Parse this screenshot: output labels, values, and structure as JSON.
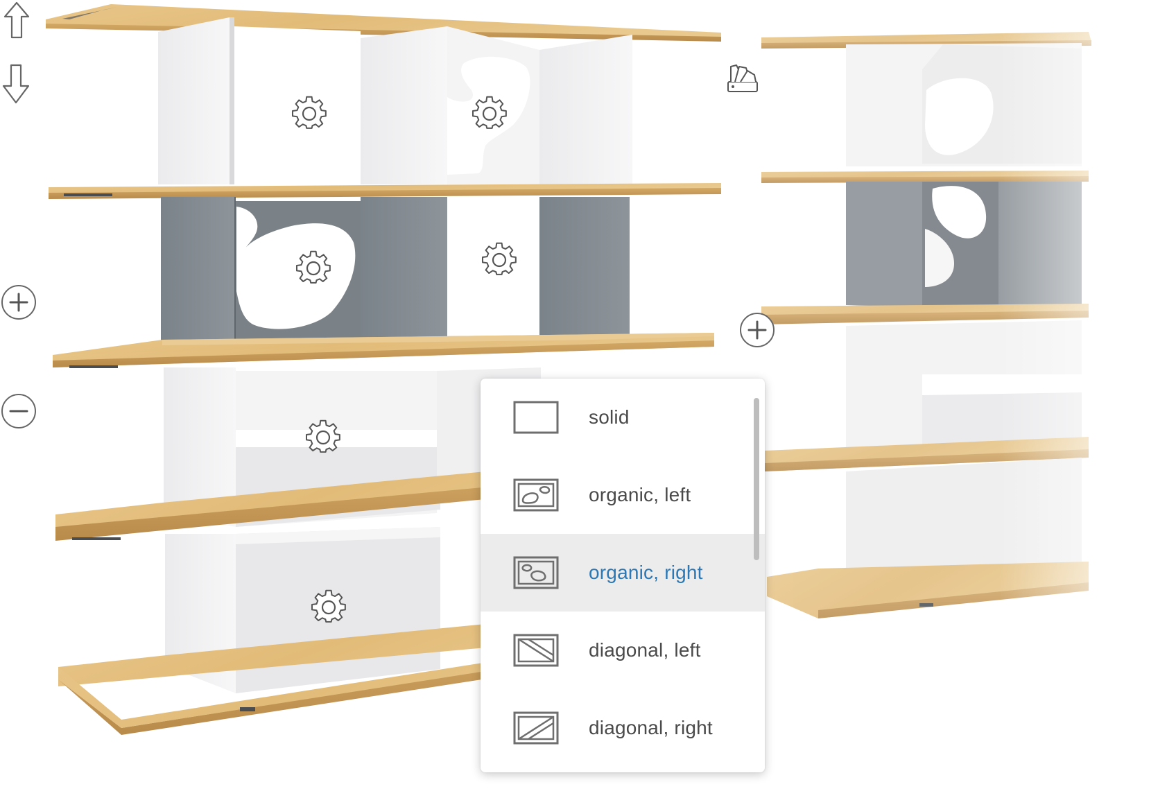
{
  "scene": {
    "colors": {
      "oak_top": "#e4bf7f",
      "oak_edge": "#c69a58",
      "panel_white": "#f2f2f2",
      "panel_white_side": "#e3e3e5",
      "panel_grey": "#818990",
      "panel_grey_side": "#6c747b",
      "accent": "#2a78b6"
    }
  },
  "controls": {
    "move_up": "arrow-up-icon",
    "move_down": "arrow-down-icon",
    "add_row": "plus-circle-icon",
    "remove_row": "minus-circle-icon",
    "add_column": "plus-circle-icon",
    "materials": "color-swatches-icon"
  },
  "pattern_menu": {
    "options": [
      {
        "label": "solid",
        "icon": "solid-pattern-icon",
        "selected": false
      },
      {
        "label": "organic, left",
        "icon": "organic-left-pattern-icon",
        "selected": false
      },
      {
        "label": "organic, right",
        "icon": "organic-right-pattern-icon",
        "selected": true
      },
      {
        "label": "diagonal, left",
        "icon": "diagonal-left-pattern-icon",
        "selected": false
      },
      {
        "label": "diagonal, right",
        "icon": "diagonal-right-pattern-icon",
        "selected": false
      }
    ]
  }
}
